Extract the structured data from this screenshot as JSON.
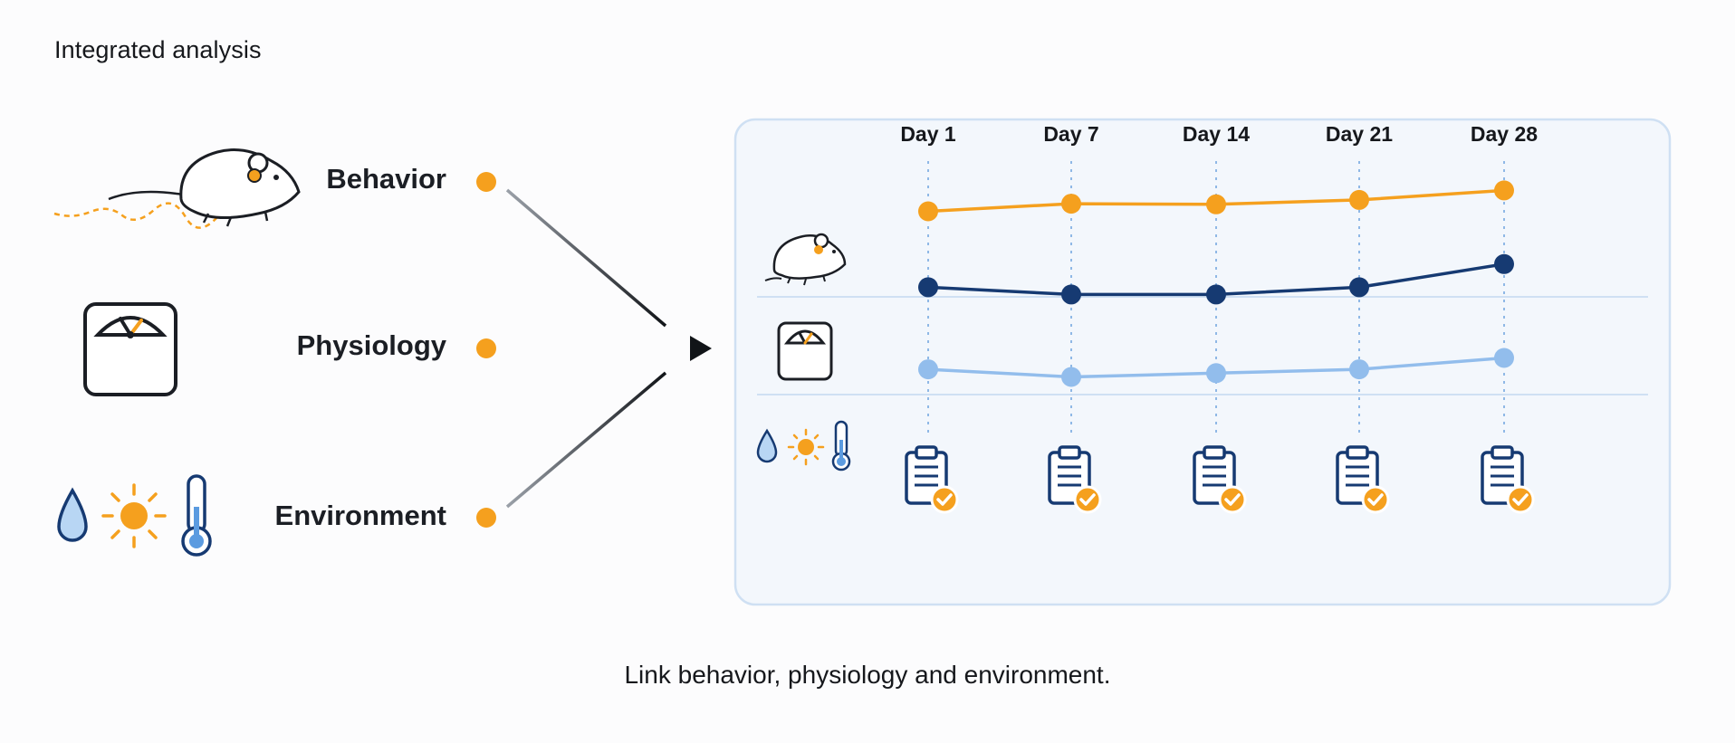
{
  "title": "Integrated analysis",
  "caption": "Link behavior, physiology and environment.",
  "sources": [
    {
      "label": "Behavior",
      "icon": "mouse-icon"
    },
    {
      "label": "Physiology",
      "icon": "scale-icon"
    },
    {
      "label": "Environment",
      "icon": "environment-icons"
    }
  ],
  "timeline": {
    "days": [
      "Day 1",
      "Day 7",
      "Day 14",
      "Day 21",
      "Day 28"
    ],
    "rows": [
      {
        "name": "behavior",
        "icon": "mouse-icon",
        "color": "#f5a01e",
        "levels": [
          0.4,
          0.52,
          0.51,
          0.58,
          0.73
        ]
      },
      {
        "name": "physiology",
        "icon": "scale-icon",
        "color": "#163a72",
        "levels": [
          0.42,
          0.32,
          0.32,
          0.42,
          0.74
        ]
      },
      {
        "name": "environment",
        "icon": "environment-icons",
        "color": "#92bdec",
        "levels": [
          0.42,
          0.3,
          0.36,
          0.42,
          0.6
        ]
      }
    ],
    "record_icon": "clipboard-check-icon"
  },
  "colors": {
    "accent_orange": "#f5a01e",
    "navy": "#163a72",
    "light_blue": "#92bdec",
    "panel_bg": "#f3f7fc",
    "panel_border": "#cfe0f3"
  }
}
